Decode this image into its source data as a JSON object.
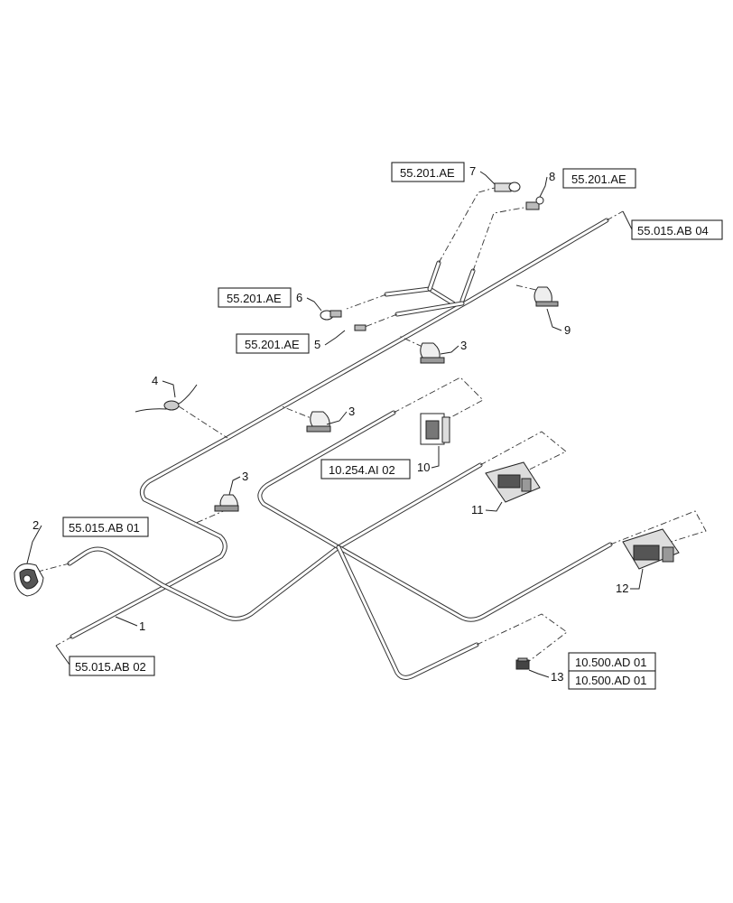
{
  "diagram": {
    "ref_boxes": {
      "ref_55_201_ae_7": "55.201.AE",
      "ref_55_201_ae_8": "55.201.AE",
      "ref_55_015_ab_04": "55.015.AB 04",
      "ref_55_201_ae_6": "55.201.AE",
      "ref_55_201_ae_5": "55.201.AE",
      "ref_10_254_ai_02": "10.254.AI 02",
      "ref_55_015_ab_01": "55.015.AB 01",
      "ref_55_015_ab_02": "55.015.AB 02",
      "ref_10_500_ad_01_a": "10.500.AD 01",
      "ref_10_500_ad_01_b": "10.500.AD 01"
    },
    "callouts": {
      "c1": "1",
      "c2": "2",
      "c3a": "3",
      "c3b": "3",
      "c3c": "3",
      "c4": "4",
      "c5": "5",
      "c6": "6",
      "c7": "7",
      "c8": "8",
      "c9": "9",
      "c10": "10",
      "c11": "11",
      "c12": "12",
      "c13": "13"
    }
  }
}
